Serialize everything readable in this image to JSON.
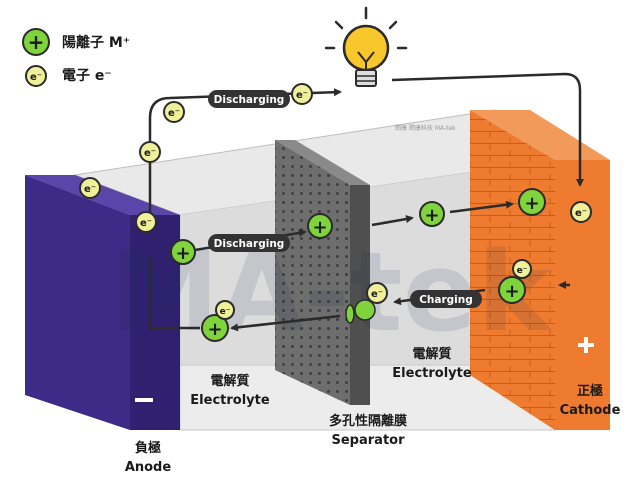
{
  "legend": {
    "ion_symbol": "+",
    "ion_label": "陽離子 M⁺",
    "electron_symbol": "e⁻",
    "electron_label": "電子 e⁻"
  },
  "watermark": "MA-tek",
  "header_small_text": "閎康 閎康科技 MA-tek",
  "labels": {
    "discharging_top": "Discharging",
    "discharging_mid": "Discharging",
    "charging": "Charging",
    "electrolyte_left_zh": "電解質",
    "electrolyte_left_en": "Electrolyte",
    "electrolyte_right_zh": "電解質",
    "electrolyte_right_en": "Electrolyte",
    "separator_zh": "多孔性隔離膜",
    "separator_en": "Separator",
    "anode_zh": "負極",
    "anode_en": "Anode",
    "cathode_zh": "正極",
    "cathode_en": "Cathode",
    "anode_sign": "−",
    "cathode_sign": "+"
  },
  "particles": {
    "plus": "+",
    "electron": "e⁻"
  },
  "colors": {
    "anode": "#3d2b87",
    "cathode": "#ee7b2f",
    "ion": "#7fd33b",
    "electron": "#f0ef9a",
    "separator": "#6e6e6e",
    "bulb": "#f7c72b",
    "arrow": "#2b2b2b"
  }
}
